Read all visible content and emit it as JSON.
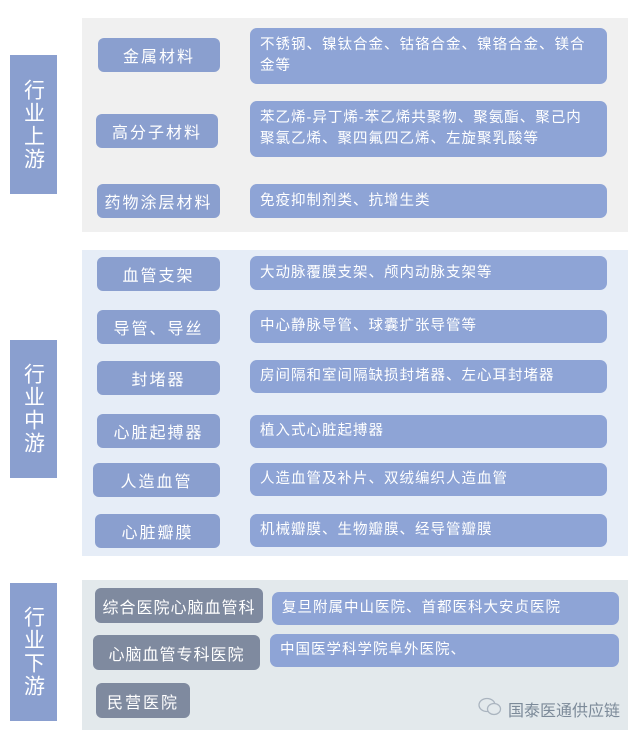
{
  "upstream": {
    "label": "行业上游",
    "rows": [
      {
        "category": "金属材料",
        "detail": "不锈钢、镍钛合金、钴铬合金、镍铬合金、镁合金等"
      },
      {
        "category": "高分子材料",
        "detail": "苯乙烯-异丁烯-苯乙烯共聚物、聚氨酯、聚己内聚氯乙烯、聚四氟四乙烯、左旋聚乳酸等"
      },
      {
        "category": "药物涂层材料",
        "detail": "免疫抑制剂类、抗增生类"
      }
    ]
  },
  "midstream": {
    "label": "行业中游",
    "rows": [
      {
        "category": "血管支架",
        "detail": "大动脉覆膜支架、颅内动脉支架等"
      },
      {
        "category": "导管、导丝",
        "detail": "中心静脉导管、球囊扩张导管等"
      },
      {
        "category": "封堵器",
        "detail": "房间隔和室间隔缺损封堵器、左心耳封堵器"
      },
      {
        "category": "心脏起搏器",
        "detail": "植入式心脏起搏器"
      },
      {
        "category": "人造血管",
        "detail": "人造血管及补片、双绒编织人造血管"
      },
      {
        "category": "心脏瓣膜",
        "detail": "机械瓣膜、生物瓣膜、经导管瓣膜"
      }
    ]
  },
  "downstream": {
    "label": "行业下游",
    "rows": [
      {
        "category": "综合医院心脑血管科",
        "detail": "复旦附属中山医院、首都医科大安贞医院"
      },
      {
        "category": "心脑血管专科医院",
        "detail": "中国医学科学院阜外医院、"
      },
      {
        "category": "民营医院"
      }
    ]
  },
  "watermark": "国泰医通供应链",
  "colors": {
    "stage": "#8a9fcf",
    "box": "#8ea4d6",
    "dark_box": "#7f8a9f",
    "up_bg": "#f0f0f0",
    "mid_bg": "#e6edf7",
    "down_bg": "#e3e9ec"
  }
}
